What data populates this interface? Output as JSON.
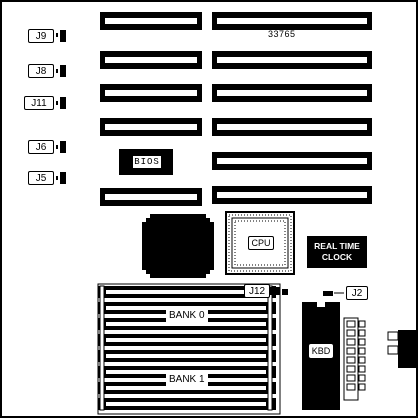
{
  "diagram": {
    "board_number": "33765",
    "jumpers": {
      "j9": "J9",
      "j8": "J8",
      "j11": "J11",
      "j6": "J6",
      "j5": "J5",
      "j12": "J12",
      "j2": "J2"
    },
    "chips": {
      "bios": "BIOS",
      "cpu": "CPU",
      "rtc_line1": "REAL TIME",
      "rtc_line2": "CLOCK",
      "kbd": "KBD"
    },
    "memory": {
      "bank0": "BANK 0",
      "bank1": "BANK 1"
    },
    "expansion_slot_count": 11,
    "simm_slot_count": 8
  }
}
